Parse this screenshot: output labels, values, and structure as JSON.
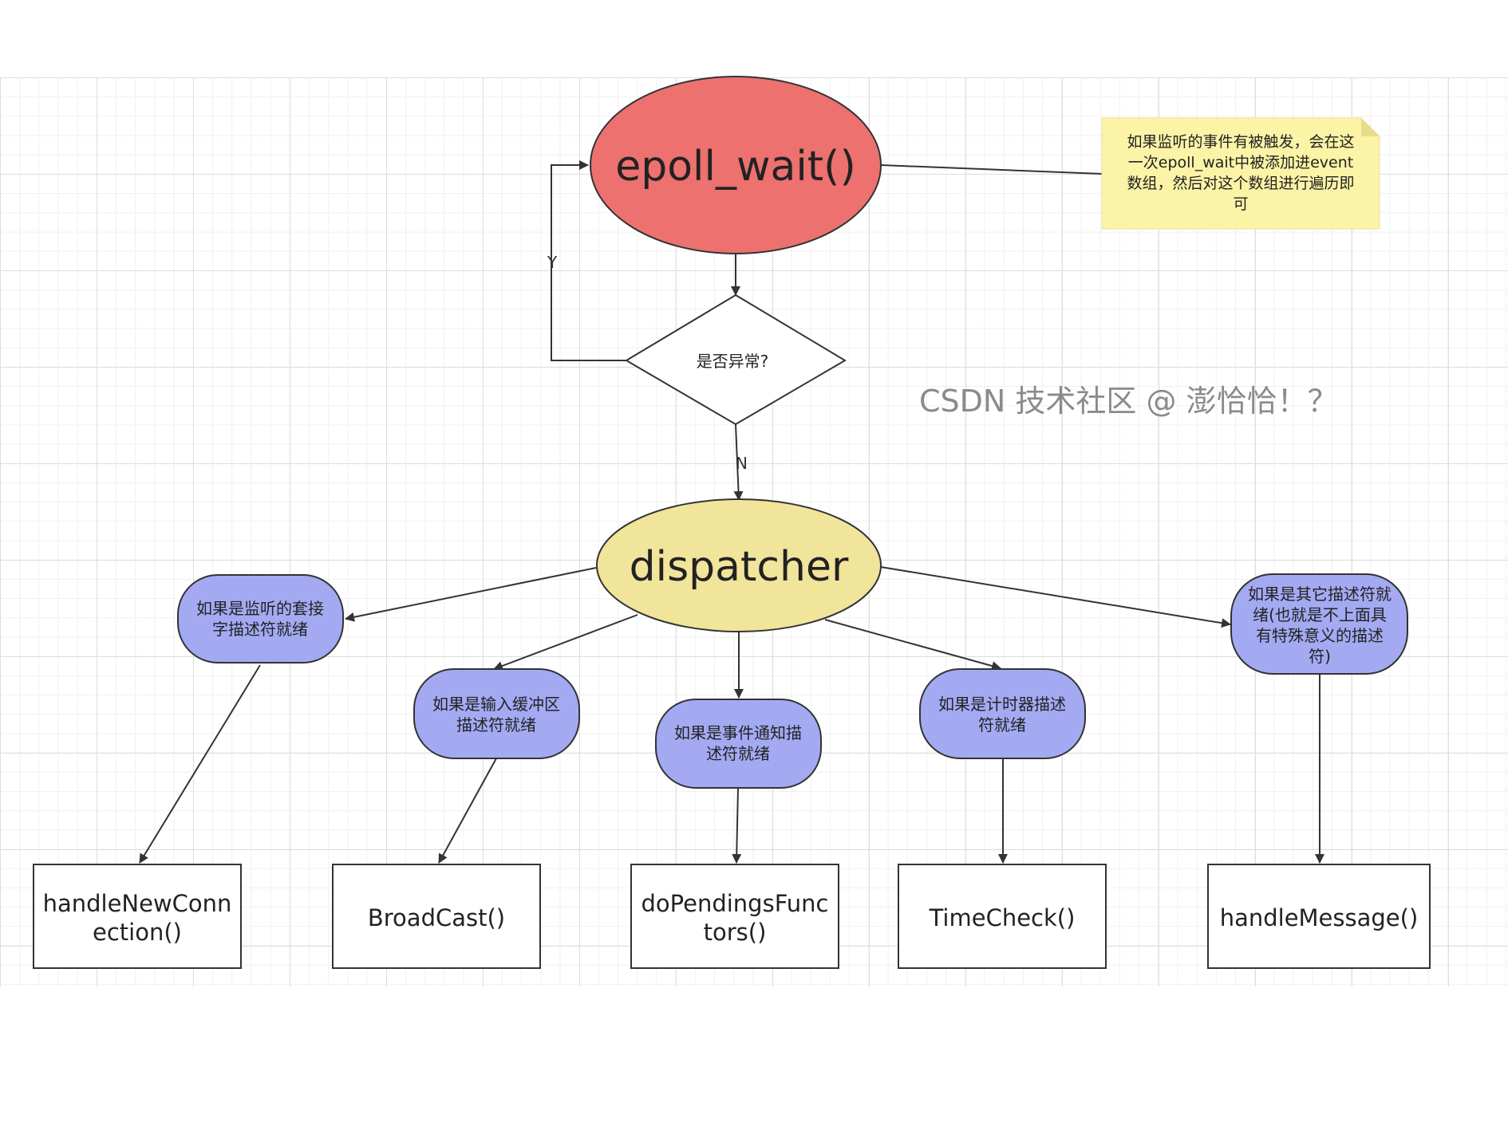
{
  "nodes": {
    "epoll_wait": "epoll_wait()",
    "decision": "是否异常?",
    "dispatcher": "dispatcher"
  },
  "edge_labels": {
    "yes": "Y",
    "no": "N"
  },
  "note": {
    "lines": [
      "如果监听的事件有被触发，会在这",
      "一次epoll_wait中被添加进event",
      "数组，然后对这个数组进行遍历即",
      "可"
    ]
  },
  "conditions": {
    "listen": [
      "如果是监听的套接",
      "字描述符就绪"
    ],
    "input": [
      "如果是输入缓冲区",
      "描述符就绪"
    ],
    "event": [
      "如果是事件通知描",
      "述符就绪"
    ],
    "timer": [
      "如果是计时器描述",
      "符就绪"
    ],
    "other": [
      "如果是其它描述符就",
      "绪(也就是不上面具",
      "有特殊意义的描述",
      "符)"
    ]
  },
  "handlers": {
    "new_conn": [
      "handleNewConn",
      "ection()"
    ],
    "broadcast": [
      "BroadCast()"
    ],
    "pending": [
      "doPendingsFunc",
      "tors()"
    ],
    "timecheck": [
      "TimeCheck()"
    ],
    "message": [
      "handleMessage()"
    ]
  },
  "watermark": "CSDN 技术社区 @ 澎恰恰！？",
  "colors": {
    "epoll_fill": "#ec716f",
    "dispatcher_fill": "#f1e49b",
    "condition_fill": "#a3aaf2",
    "note_fill": "#fbf3a6",
    "stroke": "#333333"
  }
}
